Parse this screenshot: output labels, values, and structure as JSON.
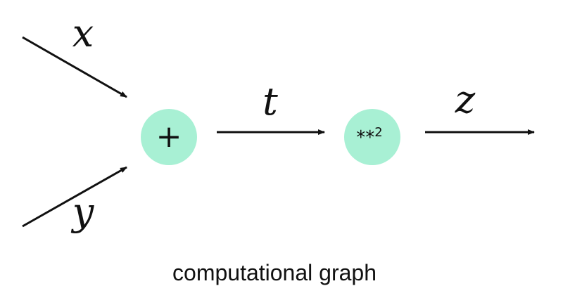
{
  "colors": {
    "node_fill": "#a8f0d4",
    "edge": "#111111",
    "text": "#111111"
  },
  "nodes": {
    "plus": {
      "label": "+"
    },
    "power": {
      "label": "**",
      "exponent": "2"
    }
  },
  "edges": {
    "x": {
      "label": "x"
    },
    "y": {
      "label": "y"
    },
    "t": {
      "label": "t"
    },
    "z": {
      "label": "z"
    }
  },
  "caption": "computational graph"
}
